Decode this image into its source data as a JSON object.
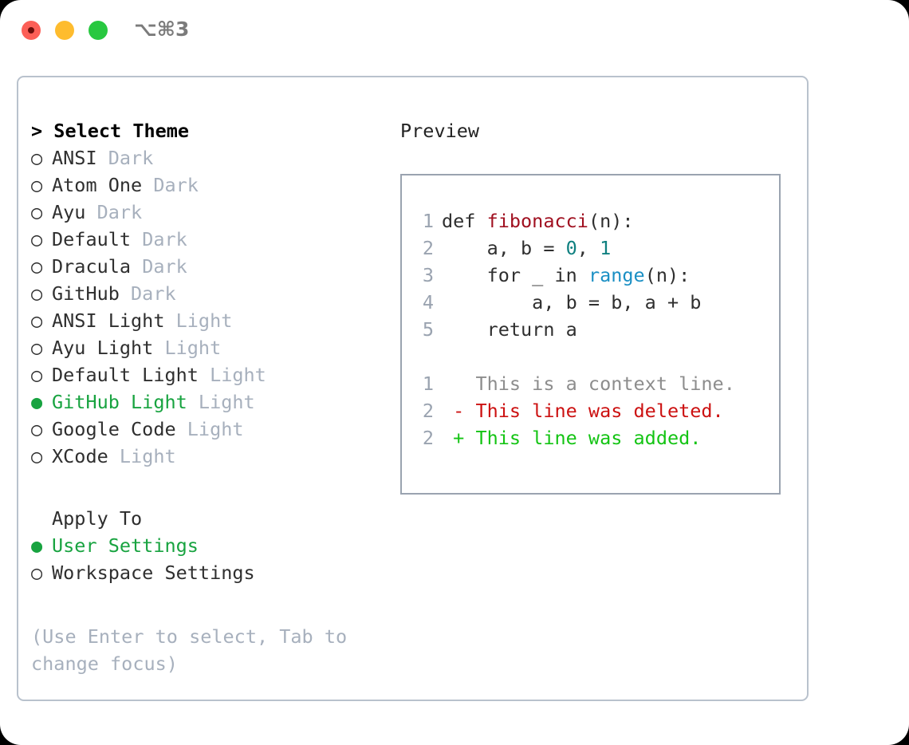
{
  "titlebar": {
    "shortcut": "⌥⌘3",
    "lights": [
      {
        "name": "close",
        "color": "#fc5f57"
      },
      {
        "name": "minimize",
        "color": "#febc2e"
      },
      {
        "name": "maximize",
        "color": "#28c840"
      }
    ]
  },
  "theme_list": {
    "header": "> Select Theme",
    "selected": "GitHub Light",
    "markers": {
      "unselected": "○",
      "selected": "●"
    },
    "items": [
      {
        "name": "ANSI",
        "tag": "Dark",
        "selected": false
      },
      {
        "name": "Atom One",
        "tag": "Dark",
        "selected": false
      },
      {
        "name": "Ayu",
        "tag": "Dark",
        "selected": false
      },
      {
        "name": "Default",
        "tag": "Dark",
        "selected": false
      },
      {
        "name": "Dracula",
        "tag": "Dark",
        "selected": false
      },
      {
        "name": "GitHub",
        "tag": "Dark",
        "selected": false
      },
      {
        "name": "ANSI Light",
        "tag": "Light",
        "selected": false
      },
      {
        "name": "Ayu Light",
        "tag": "Light",
        "selected": false
      },
      {
        "name": "Default Light",
        "tag": "Light",
        "selected": false
      },
      {
        "name": "GitHub Light",
        "tag": "Light",
        "selected": true
      },
      {
        "name": "Google Code",
        "tag": "Light",
        "selected": false
      },
      {
        "name": "XCode",
        "tag": "Light",
        "selected": false
      }
    ]
  },
  "apply_to": {
    "header": "Apply To",
    "selected": "User Settings",
    "items": [
      {
        "name": "User Settings",
        "selected": true
      },
      {
        "name": "Workspace Settings",
        "selected": false
      }
    ]
  },
  "hint": "(Use Enter to select, Tab to change focus)",
  "preview": {
    "title": "Preview",
    "code_lines": [
      {
        "num": "1",
        "tokens": [
          {
            "t": "def ",
            "c": "kw"
          },
          {
            "t": "fibonacci",
            "c": "fn"
          },
          {
            "t": "(n):",
            "c": "kw"
          }
        ]
      },
      {
        "num": "2",
        "tokens": [
          {
            "t": "    a, b = ",
            "c": "kw"
          },
          {
            "t": "0",
            "c": "num"
          },
          {
            "t": ", ",
            "c": "kw"
          },
          {
            "t": "1",
            "c": "num"
          }
        ]
      },
      {
        "num": "3",
        "tokens": [
          {
            "t": "    for _ in ",
            "c": "kw"
          },
          {
            "t": "range",
            "c": "bi"
          },
          {
            "t": "(n):",
            "c": "kw"
          }
        ]
      },
      {
        "num": "4",
        "tokens": [
          {
            "t": "        a, b = b, a + b",
            "c": "kw"
          }
        ]
      },
      {
        "num": "5",
        "tokens": [
          {
            "t": "    return a",
            "c": "kw"
          }
        ]
      }
    ],
    "diff_lines": [
      {
        "num": "1",
        "marker": " ",
        "text": " This is a context line.",
        "kind": "ctx"
      },
      {
        "num": "2",
        "marker": "-",
        "text": " This line was deleted.",
        "kind": "del"
      },
      {
        "num": "2",
        "marker": "+",
        "text": " This line was added.",
        "kind": "add"
      }
    ]
  },
  "colors": {
    "selection_green": "#18a340",
    "muted": "#a7b0bd",
    "border": "#b9c2cd",
    "preview_border": "#9aa3b0",
    "function": "#a01020",
    "number": "#0f8080",
    "builtin": "#1a8fc4",
    "diff_added": "#14c414",
    "diff_deleted": "#cc1111",
    "diff_context": "#8d8d8d"
  }
}
